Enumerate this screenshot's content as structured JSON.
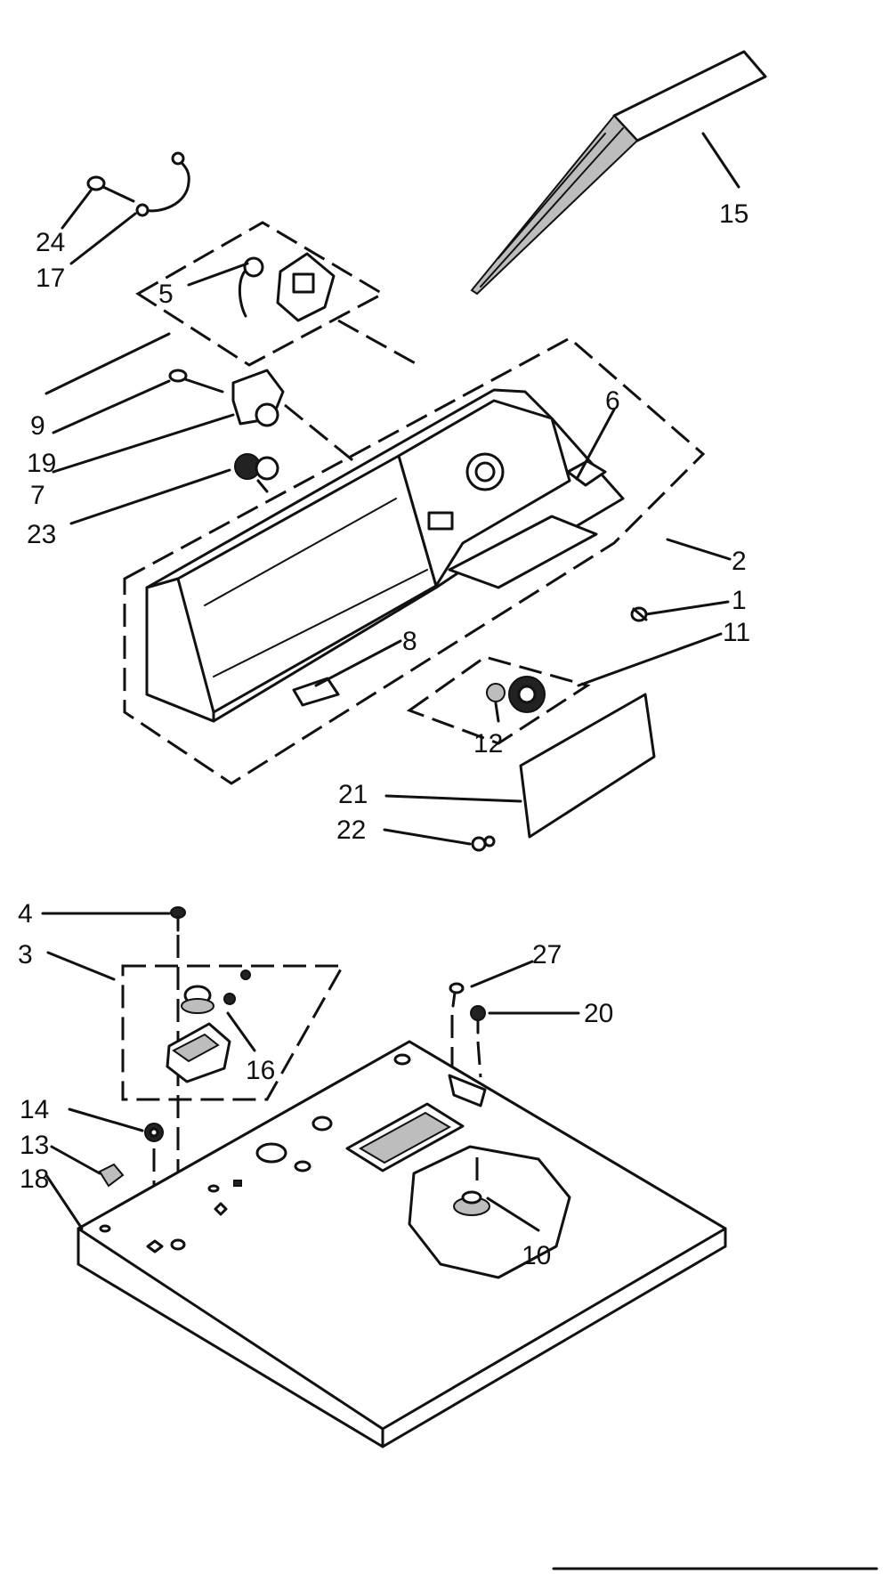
{
  "callouts": [
    {
      "id": "c24",
      "text": "24"
    },
    {
      "id": "c17",
      "text": "17"
    },
    {
      "id": "c5",
      "text": "5"
    },
    {
      "id": "c9",
      "text": "9"
    },
    {
      "id": "c19",
      "text": "19"
    },
    {
      "id": "c7",
      "text": "7"
    },
    {
      "id": "c23",
      "text": "23"
    },
    {
      "id": "c15",
      "text": "15"
    },
    {
      "id": "c6",
      "text": "6"
    },
    {
      "id": "c2",
      "text": "2"
    },
    {
      "id": "c1",
      "text": "1"
    },
    {
      "id": "c11",
      "text": "11"
    },
    {
      "id": "c8",
      "text": "8"
    },
    {
      "id": "c12",
      "text": "12"
    },
    {
      "id": "c21",
      "text": "21"
    },
    {
      "id": "c22",
      "text": "22"
    },
    {
      "id": "c4",
      "text": "4"
    },
    {
      "id": "c3",
      "text": "3"
    },
    {
      "id": "c27",
      "text": "27"
    },
    {
      "id": "c20",
      "text": "20"
    },
    {
      "id": "c16",
      "text": "16"
    },
    {
      "id": "c14",
      "text": "14"
    },
    {
      "id": "c13",
      "text": "13"
    },
    {
      "id": "c18",
      "text": "18"
    },
    {
      "id": "c10",
      "text": "10"
    }
  ]
}
